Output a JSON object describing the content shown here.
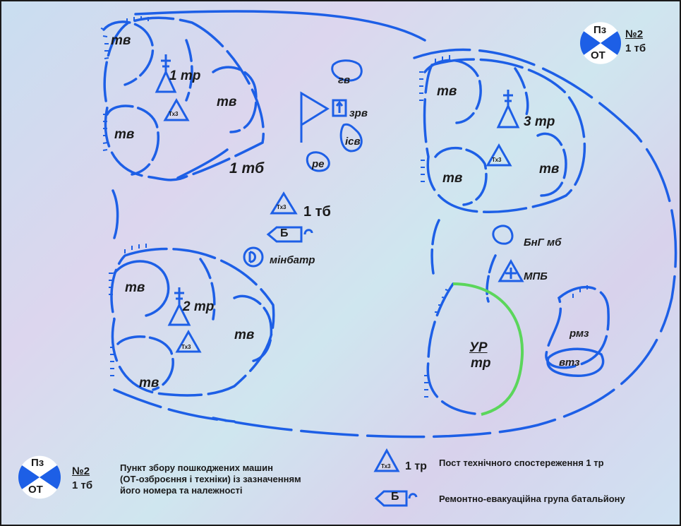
{
  "units": {
    "battalion": "1 тб",
    "company1": "1 тр",
    "company2": "2 тр",
    "company3": "3 тр",
    "platoon": "тв"
  },
  "labels": {
    "gv": "гв",
    "zrv": "зрв",
    "isv": "ісв",
    "re": "ре",
    "battalion_post": "1 тб",
    "minbatr": "мінбатр",
    "bng": "БнГ мб",
    "mpb": "МПБ",
    "ur": "УР",
    "tr": "тр",
    "rmz": "рмз",
    "vtz": "втз",
    "txz": "Тх3",
    "b": "Б"
  },
  "collection_point": {
    "top": "Пз",
    "bottom": "ОТ",
    "number": "№2",
    "unit": "1 тб"
  },
  "legend": {
    "collection_point_desc": [
      "Пункт збору пошкоджених машин",
      "(ОТ-озброєння і техніки) із зазначенням",
      "його номера та належності"
    ],
    "observation_post_unit": "1 тр",
    "observation_post_desc": "Пост технічного спостереження 1 тр",
    "repair_group_desc": "Ремонтно-евакуаційна група батальйону"
  },
  "colors": {
    "symbol_blue": "#1d5fe6",
    "repair_green": "#5bd65b",
    "text": "#1a1a1a"
  }
}
